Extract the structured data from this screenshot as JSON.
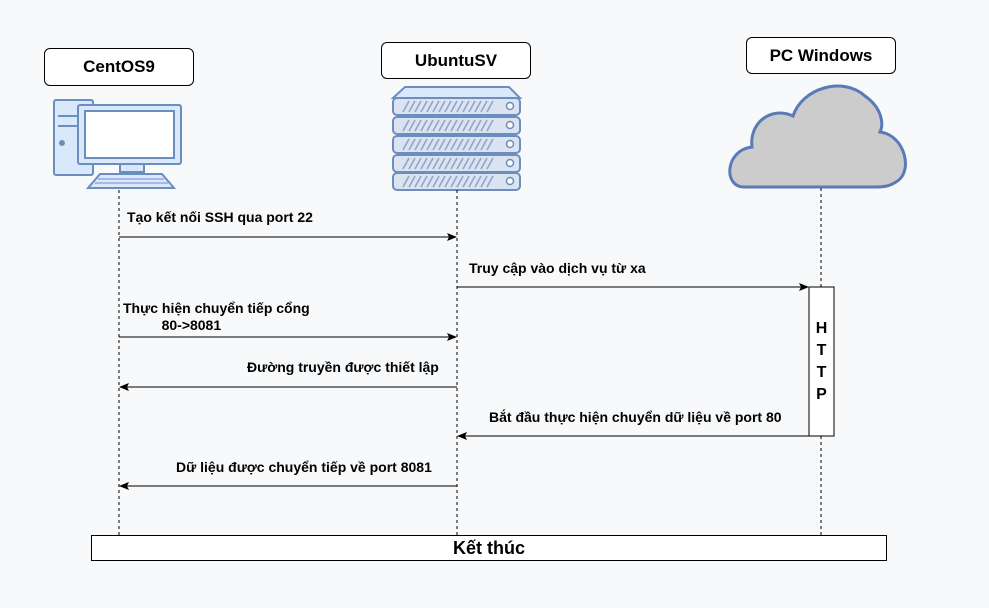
{
  "actors": {
    "centos": {
      "label": "CentOS9",
      "icon": "computer-icon"
    },
    "ubuntu": {
      "label": "UbuntuSV",
      "icon": "server-icon"
    },
    "windows": {
      "label": "PC Windows",
      "icon": "cloud-icon"
    }
  },
  "messages": [
    {
      "text": "Tạo kết nối SSH qua port 22"
    },
    {
      "text": "Truy cập vào dịch vụ từ xa"
    },
    {
      "line1": "Thực hiện chuyển tiếp cổng",
      "line2": "80->8081"
    },
    {
      "text": "Đường truyền được thiết lập"
    },
    {
      "text": "Bắt đầu thực hiện chuyển dữ liệu về port 80"
    },
    {
      "text": "Dữ liệu được chuyển tiếp về port 8081"
    }
  ],
  "activation": {
    "letters": [
      "H",
      "T",
      "T",
      "P"
    ]
  },
  "end_label": "Kết thúc",
  "colors": {
    "icon_stroke": "#6c8ebf",
    "icon_fill": "#dae8fc",
    "server_fill": "#dbe3f0",
    "cloud_fill": "#cccccc",
    "cloud_stroke": "#5a7ab8"
  }
}
